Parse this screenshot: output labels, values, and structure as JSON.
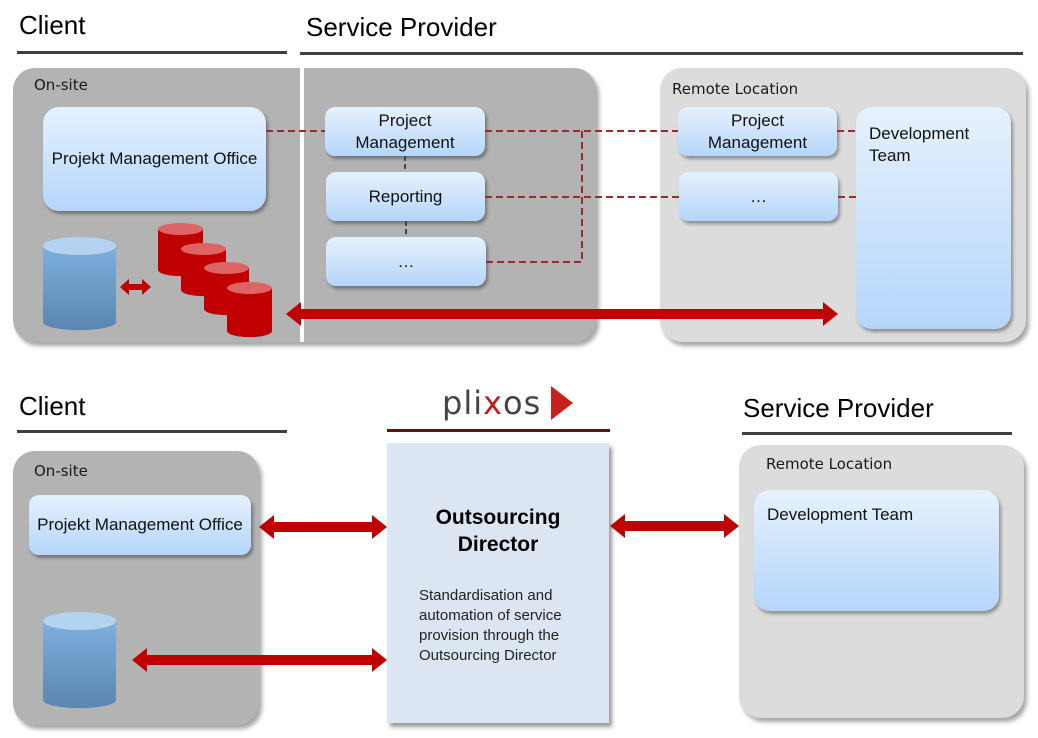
{
  "top_diagram": {
    "client_heading": "Client",
    "provider_heading": "Service Provider",
    "onsite_label": "On-site",
    "remote_label": "Remote Location",
    "pmo_box": "Projekt Management Office",
    "provider_onsite_boxes": [
      "Project Management",
      "Reporting",
      "…"
    ],
    "remote_boxes": [
      "Project Management",
      "…"
    ],
    "dev_team": "Development Team"
  },
  "bottom_diagram": {
    "client_heading": "Client",
    "provider_heading": "Service Provider",
    "onsite_label": "On-site",
    "remote_label": "Remote Location",
    "pmo_box": "Projekt Management Office",
    "dev_team": "Development Team",
    "logo": {
      "prefix": "pli",
      "accent": "x",
      "suffix": "os"
    },
    "director_title": "Outsourcing Director",
    "director_description": "Standardisation and automation of service provision through the Outsourcing Director"
  },
  "colors": {
    "arrow_red": "#c00000",
    "dashed_line": "#9b2a2a",
    "panel_dark": "#b3b3b3",
    "panel_light": "#dcdcdc",
    "box_top": "#e6f1fd",
    "box_bottom": "#b4d6fb",
    "director_bg": "#dce6f2",
    "db_blue": "#6e9fcc",
    "db_red": "#c00000"
  }
}
